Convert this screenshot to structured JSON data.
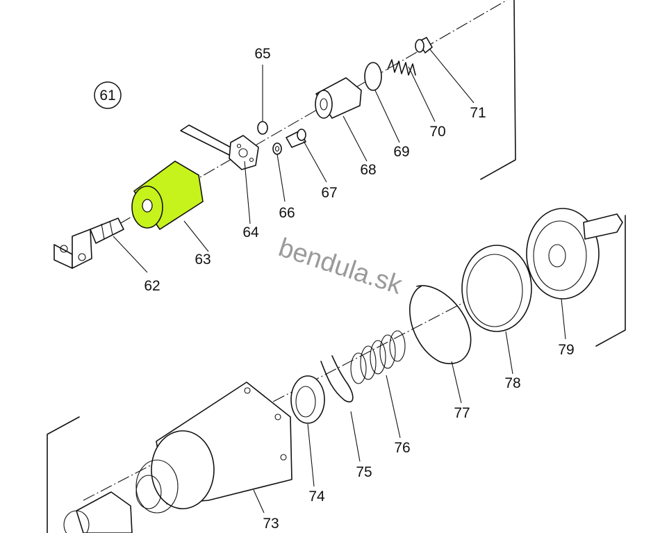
{
  "diagram": {
    "group_label": "61",
    "watermark": "bendula.sk",
    "highlight_color": "#c6f31c",
    "highlighted_part": "63",
    "part_labels": [
      "62",
      "63",
      "64",
      "65",
      "66",
      "67",
      "68",
      "69",
      "70",
      "71",
      "73",
      "74",
      "75",
      "76",
      "77",
      "78",
      "79"
    ]
  }
}
